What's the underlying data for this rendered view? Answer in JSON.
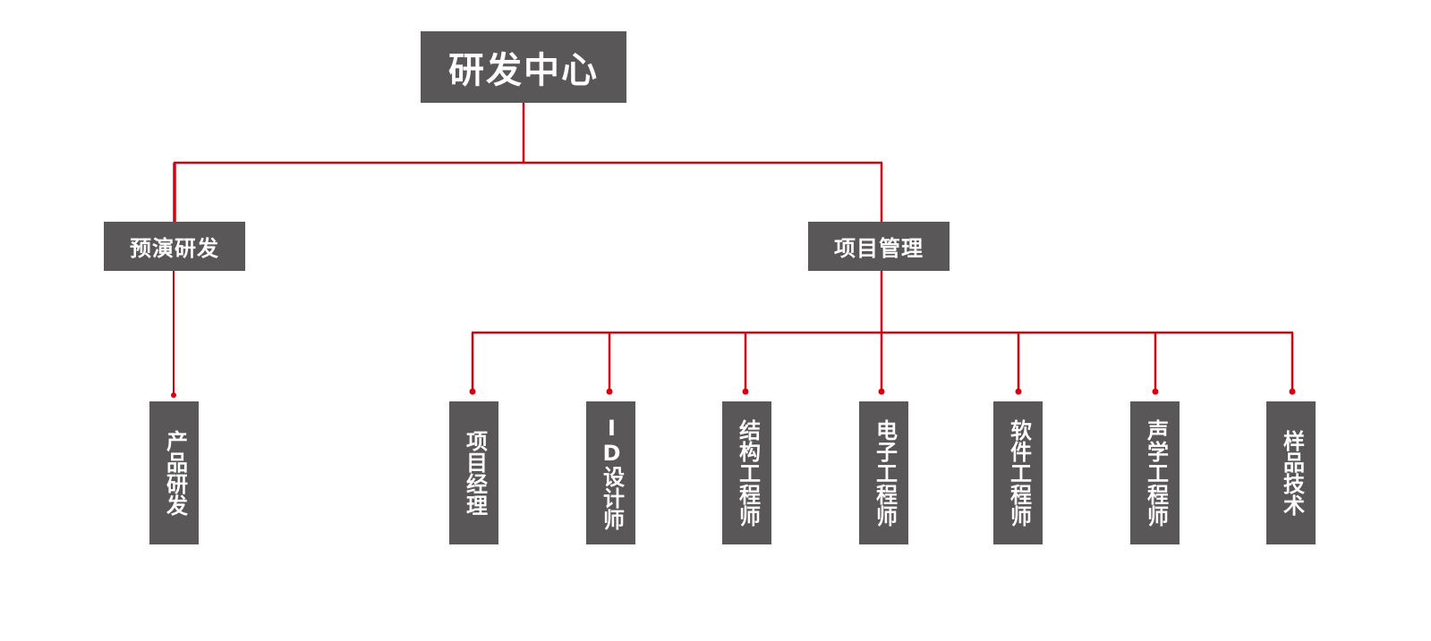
{
  "colors": {
    "node_fill": "#595757",
    "node_text": "#ffffff",
    "connector": "#d7000f"
  },
  "org": {
    "root": "研发中心",
    "departments": [
      {
        "label": "预演研发"
      },
      {
        "label": "项目管理"
      }
    ],
    "roles": [
      {
        "label": "产品研发"
      },
      {
        "label": "项目经理"
      },
      {
        "label": "ID设计师"
      },
      {
        "label": "结构工程师"
      },
      {
        "label": "电子工程师"
      },
      {
        "label": "软件工程师"
      },
      {
        "label": "声学工程师"
      },
      {
        "label": "样品技术"
      }
    ]
  }
}
